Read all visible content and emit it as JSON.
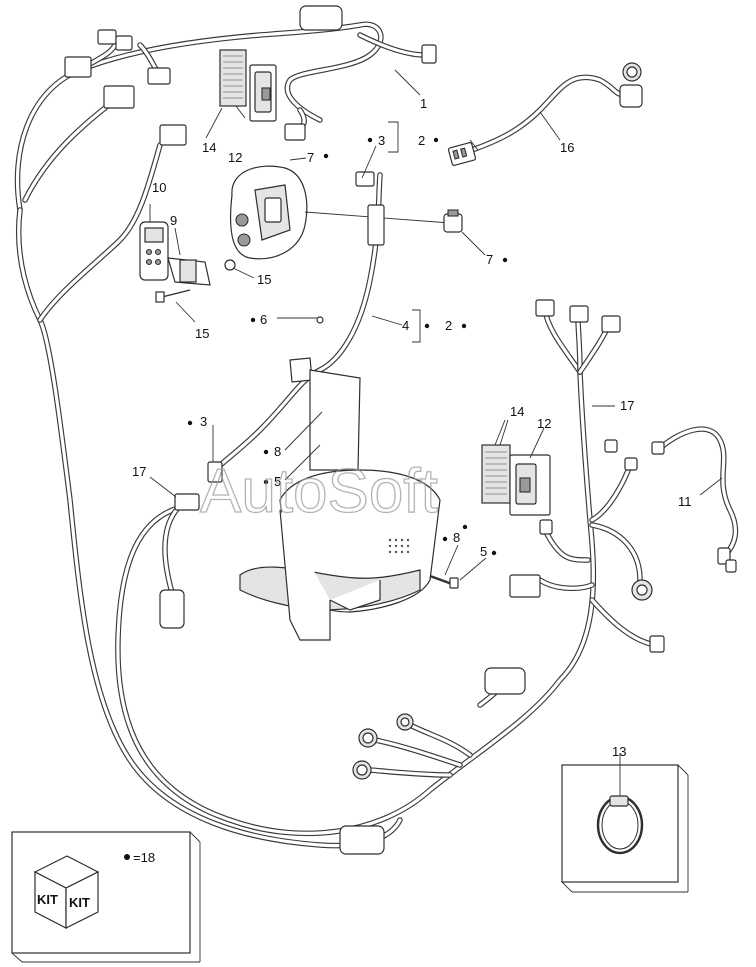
{
  "watermark": "AutoSoft",
  "legend": {
    "kit_label_left": "KIT",
    "kit_label_right": "KIT",
    "bullet_note": "=18"
  },
  "callouts": {
    "c1": "1",
    "c2a": "2",
    "c2b": "2",
    "c3a": "3",
    "c3b": "3",
    "c4": "4",
    "c5a": "5",
    "c5b": "5",
    "c6": "6",
    "c7a": "7",
    "c7b": "7",
    "c8a": "8",
    "c8b": "8",
    "c9": "9",
    "c10": "10",
    "c11": "11",
    "c12a": "12",
    "c12b": "12",
    "c13": "13",
    "c14a": "14",
    "c14b": "14",
    "c15a": "15",
    "c15b": "15",
    "c16": "16",
    "c17a": "17",
    "c17b": "17"
  }
}
